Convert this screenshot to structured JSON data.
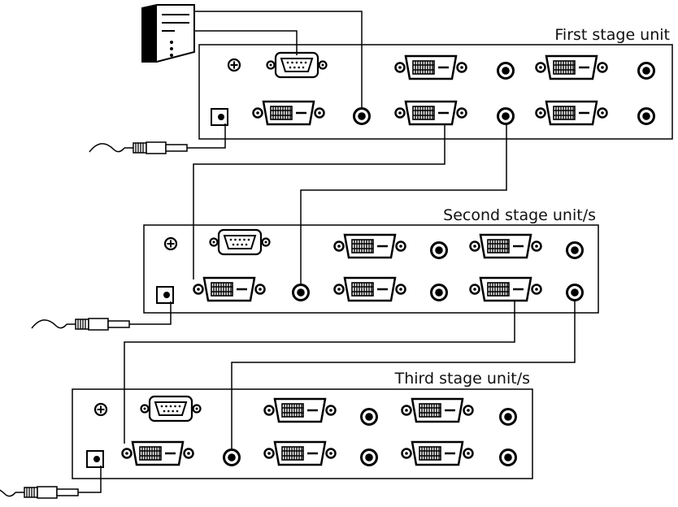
{
  "units": [
    {
      "id": "first",
      "label": "First stage unit"
    },
    {
      "id": "second",
      "label": "Second stage unit/s"
    },
    {
      "id": "third",
      "label": "Third stage unit/s"
    }
  ]
}
